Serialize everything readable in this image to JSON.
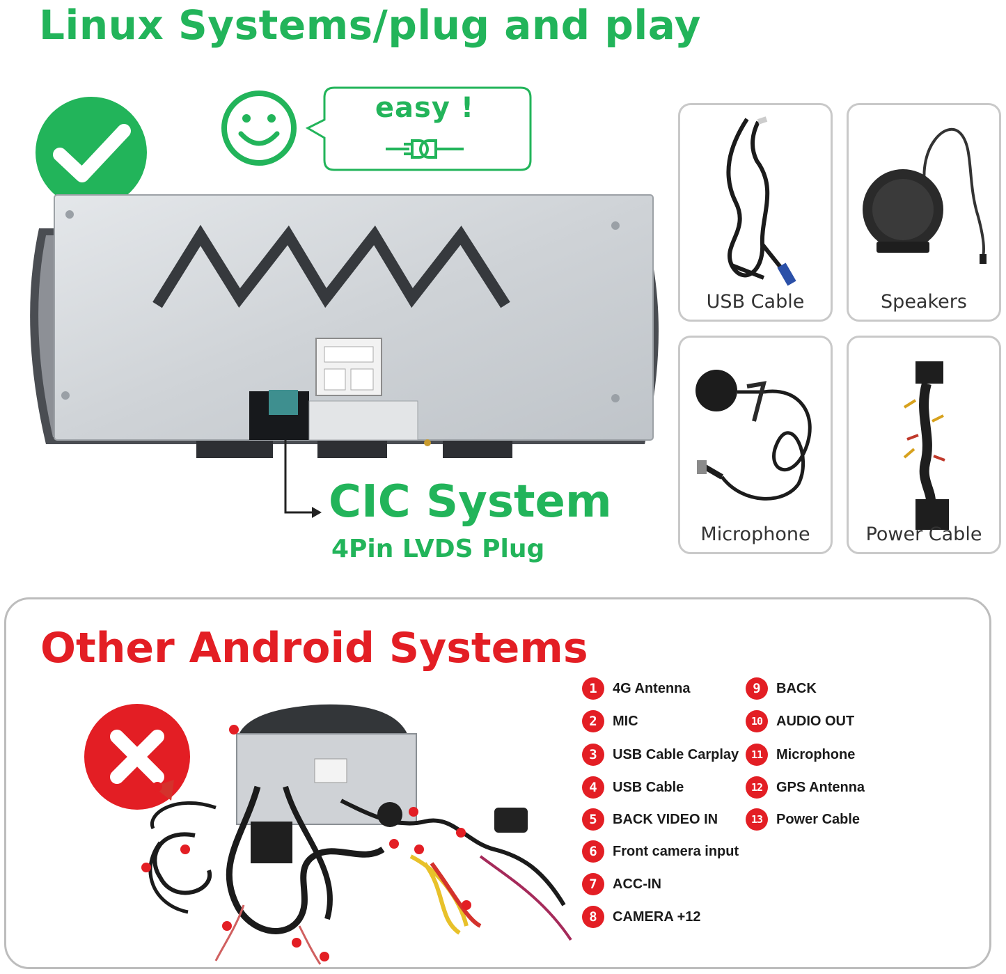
{
  "header": {
    "title": "Linux Systems/plug and play",
    "speech_bubble": "easy !"
  },
  "cic": {
    "title": "CIC System",
    "subtitle": "4Pin LVDS Plug"
  },
  "accessories": [
    {
      "label": "USB Cable"
    },
    {
      "label": "Speakers"
    },
    {
      "label": "Microphone"
    },
    {
      "label": "Power Cable"
    }
  ],
  "android": {
    "title": "Other Android Systems",
    "legend": [
      {
        "num": "1",
        "label": "4G Antenna"
      },
      {
        "num": "2",
        "label": "MIC"
      },
      {
        "num": "3",
        "label": "USB Cable Carplay"
      },
      {
        "num": "4",
        "label": "USB Cable"
      },
      {
        "num": "5",
        "label": "BACK VIDEO IN"
      },
      {
        "num": "6",
        "label": "Front camera input"
      },
      {
        "num": "7",
        "label": "ACC-IN"
      },
      {
        "num": "8",
        "label": "CAMERA +12"
      },
      {
        "num": "9",
        "label": "BACK"
      },
      {
        "num": "10",
        "label": "AUDIO OUT"
      },
      {
        "num": "11",
        "label": "Microphone"
      },
      {
        "num": "12",
        "label": "GPS Antenna"
      },
      {
        "num": "13",
        "label": "Power Cable"
      }
    ]
  },
  "icons": {
    "check": "check-circle-icon",
    "smiley": "smiley-icon",
    "plug": "plug-icon",
    "cross": "cross-circle-icon"
  },
  "colors": {
    "green": "#22b45a",
    "red": "#e31e24",
    "card_border": "#c9c9c9"
  }
}
